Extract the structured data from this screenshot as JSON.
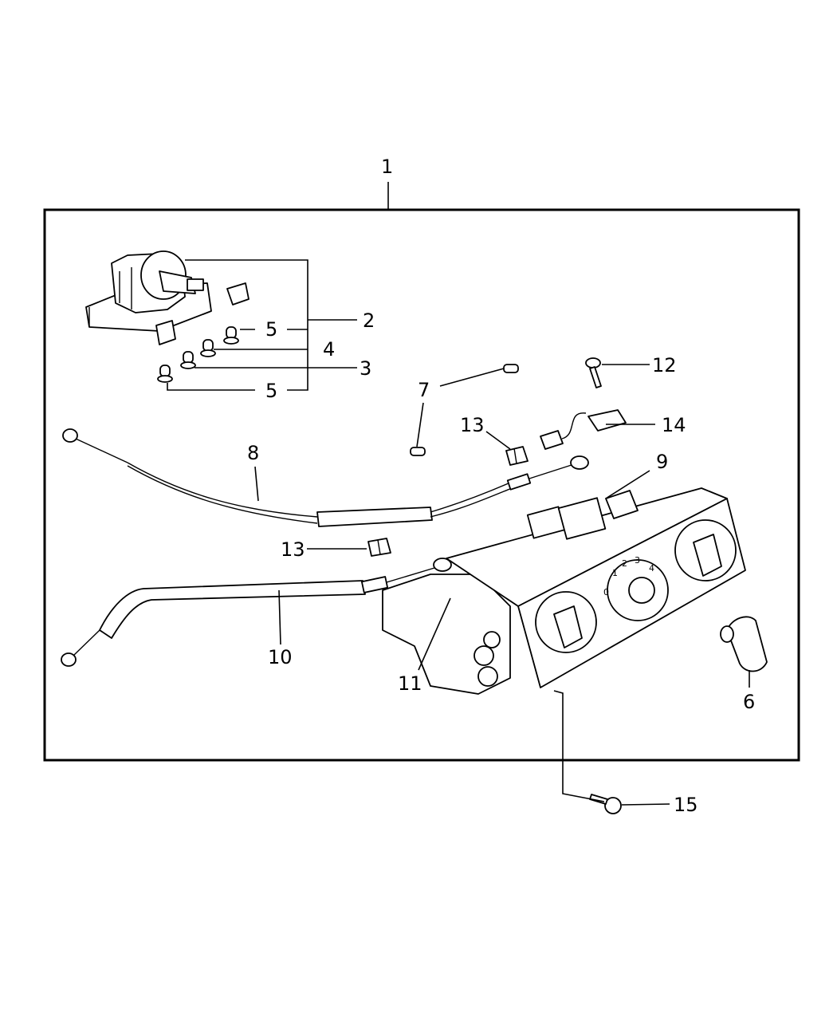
{
  "callouts": {
    "c1": "1",
    "c2": "2",
    "c3": "3",
    "c4": "4",
    "c5a": "5",
    "c5b": "5",
    "c6": "6",
    "c7": "7",
    "c8": "8",
    "c9": "9",
    "c10": "10",
    "c11": "11",
    "c12": "12",
    "c13a": "13",
    "c13b": "13",
    "c14": "14",
    "c15": "15"
  },
  "dial_marks": {
    "m1": "1",
    "m2": "2",
    "m3": "3",
    "m4": "4",
    "m0": "0"
  }
}
